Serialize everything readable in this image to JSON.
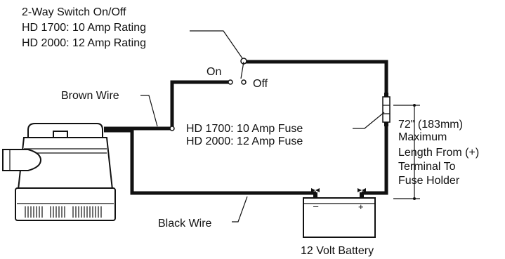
{
  "labels": {
    "switch_title": "2-Way Switch On/Off",
    "switch_rating_1": "HD 1700: 10 Amp Rating",
    "switch_rating_2": "HD 2000: 12 Amp Rating",
    "switch_on": "On",
    "switch_off": "Off",
    "brown_wire": "Brown Wire",
    "fuse_1": "HD 1700: 10 Amp Fuse",
    "fuse_2": "HD 2000: 12 Amp Fuse",
    "length_1": "72\" (183mm)",
    "length_2": "Maximum",
    "length_3": "Length From (+)",
    "length_4": "Terminal To",
    "length_5": "Fuse Holder",
    "black_wire": "Black Wire",
    "battery": "12 Volt Battery",
    "battery_neg": "–",
    "battery_pos": "+"
  }
}
